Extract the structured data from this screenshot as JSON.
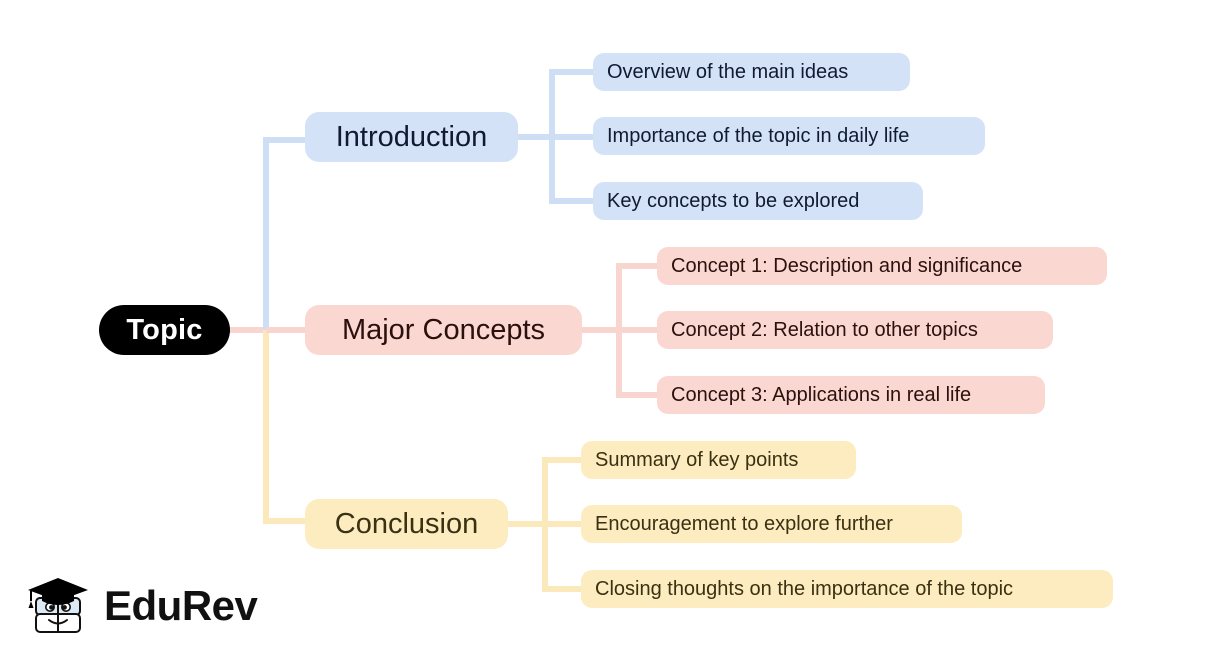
{
  "diagram": {
    "type": "mind-map",
    "root": {
      "label": "Topic",
      "color": "#000000",
      "text_color": "#ffffff"
    },
    "branches": [
      {
        "id": "introduction",
        "label": "Introduction",
        "color": "#d4e2f8",
        "text_color": "#111a33",
        "connector_color": "#cddef5",
        "children": [
          "Overview of the main ideas",
          "Importance of the topic in daily life",
          "Key concepts to be explored"
        ]
      },
      {
        "id": "major-concepts",
        "label": "Major Concepts",
        "color": "#fad7d1",
        "text_color": "#2c100d",
        "connector_color": "#f8d5cf",
        "children": [
          "Concept 1: Description and significance",
          "Concept 2: Relation to other topics",
          "Concept 3: Applications in real life"
        ]
      },
      {
        "id": "conclusion",
        "label": "Conclusion",
        "color": "#fcecc0",
        "text_color": "#3a3112",
        "connector_color": "#fbe9bb",
        "children": [
          "Summary of key points",
          "Encouragement to explore further",
          "Closing thoughts on the importance of the topic"
        ]
      }
    ]
  },
  "logo": {
    "wordmark": "EduRev",
    "mark_name": "graduation-book-mascot-icon"
  }
}
